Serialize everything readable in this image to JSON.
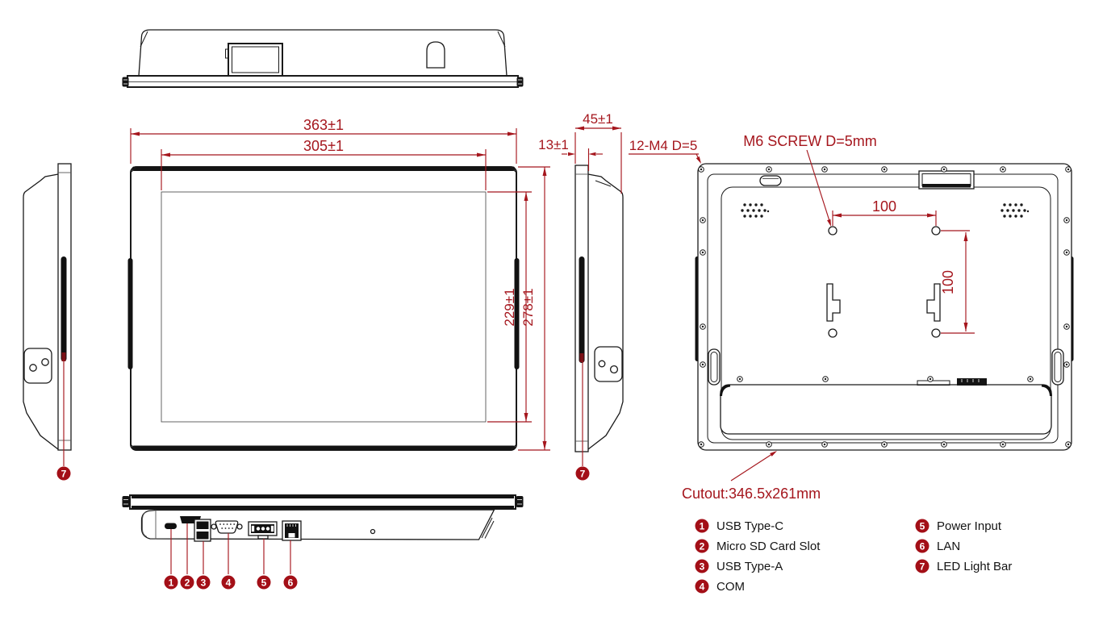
{
  "drawing": {
    "title": "panel-pc-dimensional-drawing",
    "dimensions": {
      "overall_width": "363±1",
      "display_width": "305±1",
      "display_height": "229±1",
      "overall_height": "278±1",
      "depth": "45±1",
      "front_thickness": "13±1",
      "vesa_horizontal": "100",
      "vesa_vertical": "100"
    },
    "annotations": {
      "mounting_screws": "12-M4 D=5",
      "vesa_screw": "M6 SCREW D=5mm",
      "cutout": "Cutout:346.5x261mm"
    },
    "callouts": [
      "1",
      "2",
      "3",
      "4",
      "5",
      "6",
      "7"
    ],
    "legend": {
      "column1": [
        {
          "num": "1",
          "label": "USB Type-C"
        },
        {
          "num": "2",
          "label": "Micro SD Card Slot"
        },
        {
          "num": "3",
          "label": "USB Type-A"
        },
        {
          "num": "4",
          "label": "COM"
        }
      ],
      "column2": [
        {
          "num": "5",
          "label": "Power Input"
        },
        {
          "num": "6",
          "label": "LAN"
        },
        {
          "num": "7",
          "label": "LED Light Bar"
        }
      ]
    },
    "colors": {
      "annotation_red": "#a5161d",
      "badge_red": "#a30f17",
      "line_black": "#1a1a1a"
    }
  }
}
